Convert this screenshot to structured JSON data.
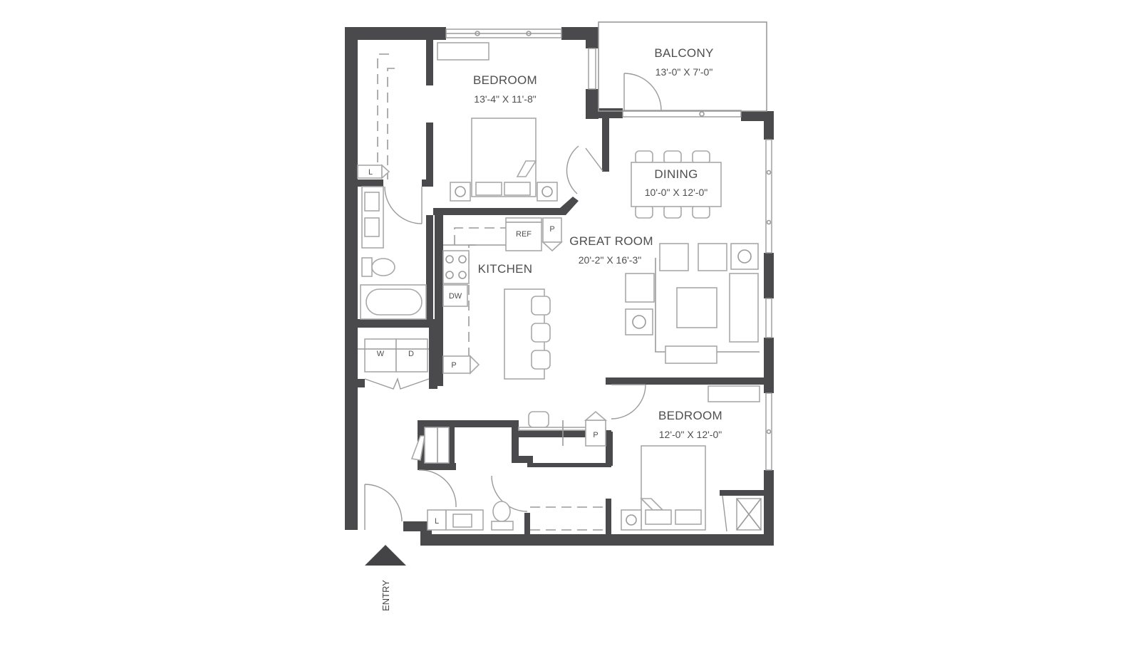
{
  "plan": {
    "rooms": {
      "bedroom_1": {
        "name": "BEDROOM",
        "dimensions": "13'-4\" X 11'-8\""
      },
      "balcony": {
        "name": "BALCONY",
        "dimensions": "13'-0\" X 7'-0\""
      },
      "dining": {
        "name": "DINING",
        "dimensions": "10'-0\" X 12'-0\""
      },
      "great_room": {
        "name": "GREAT ROOM",
        "dimensions": "20'-2\" X 16'-3\""
      },
      "kitchen": {
        "name": "KITCHEN"
      },
      "bedroom_2": {
        "name": "BEDROOM",
        "dimensions": "12'-0\" X 12'-0\""
      }
    },
    "fixture_tags": {
      "refrigerator": "REF",
      "pantry_kitchen": "P",
      "pantry_lower": "P",
      "pantry_hall": "P",
      "dishwasher": "DW",
      "washer": "W",
      "dryer": "D",
      "linen_upper": "L",
      "linen_lower": "L"
    },
    "entry": {
      "label": "ENTRY"
    },
    "colors": {
      "wall": "#4a4a4c",
      "fixture_line": "#9a9a9a",
      "label_text": "#4f4f4f",
      "background": "#ffffff"
    }
  }
}
